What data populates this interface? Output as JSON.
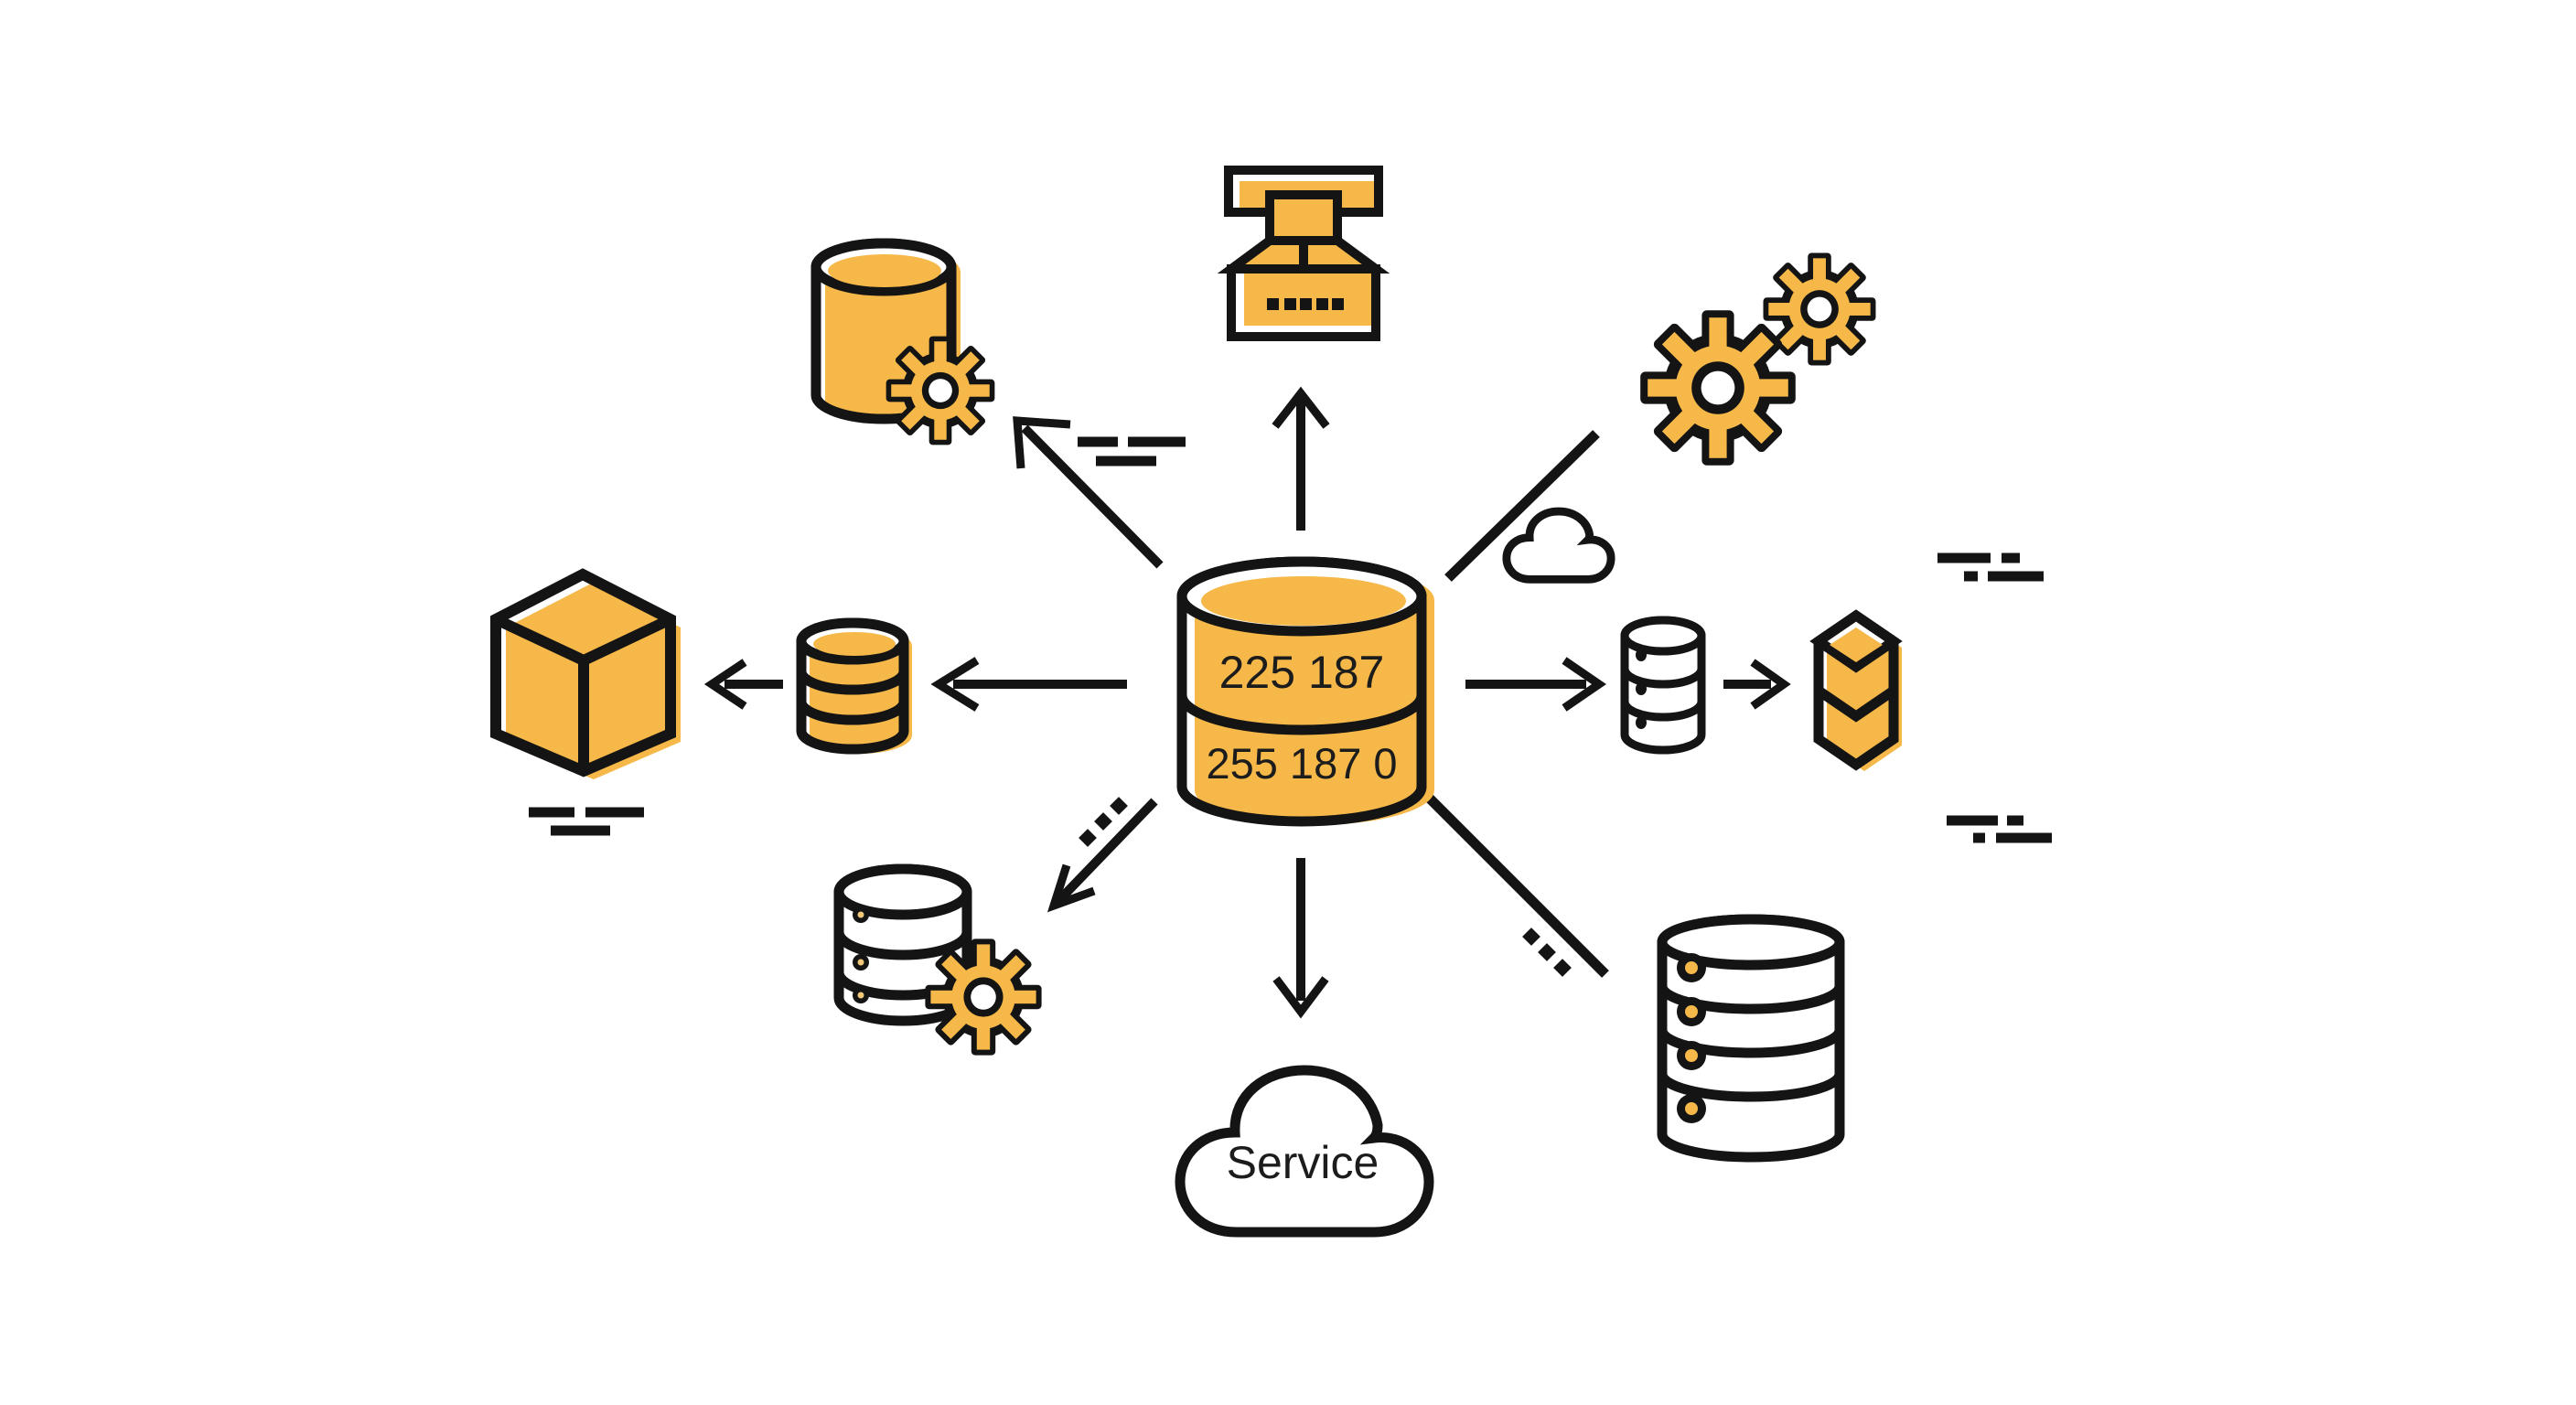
{
  "palette": {
    "background": "#ffffff",
    "accent_orange": "#F5B849",
    "outline_black": "#141414",
    "text_black": "#1c1c1c"
  },
  "diagram": {
    "center": {
      "id": "central-database",
      "line1": "225 187",
      "line2": "255 187 0"
    },
    "service": {
      "label": "Service"
    },
    "nodes": [
      {
        "id": "central-database",
        "position": "center",
        "labels": [
          "225 187",
          "255 187 0"
        ]
      },
      {
        "id": "press-machine-icon",
        "position": "top"
      },
      {
        "id": "database-gear-icon",
        "position": "top-left"
      },
      {
        "id": "gears-icon",
        "position": "top-right"
      },
      {
        "id": "cloud-icon",
        "position": "upper-right"
      },
      {
        "id": "cube-icon",
        "position": "left"
      },
      {
        "id": "database-small-icon",
        "position": "mid-left"
      },
      {
        "id": "database-dotted-icon",
        "position": "mid-right"
      },
      {
        "id": "hex-prism-icon",
        "position": "right"
      },
      {
        "id": "database-stack-gear-icon",
        "position": "bottom-left"
      },
      {
        "id": "service-cloud",
        "position": "bottom",
        "label": "Service"
      },
      {
        "id": "server-stack-icon",
        "position": "bottom-right"
      }
    ],
    "edges": [
      {
        "from": "central-database",
        "to": "press-machine-icon",
        "style": "arrow"
      },
      {
        "from": "central-database",
        "to": "database-gear-icon",
        "style": "arrow"
      },
      {
        "from": "central-database",
        "to": "gears-icon",
        "style": "plain-line"
      },
      {
        "from": "central-database",
        "to": "database-small-icon",
        "style": "arrow"
      },
      {
        "from": "database-small-icon",
        "to": "cube-icon",
        "style": "arrow"
      },
      {
        "from": "central-database",
        "to": "database-dotted-icon",
        "style": "arrow"
      },
      {
        "from": "database-dotted-icon",
        "to": "hex-prism-icon",
        "style": "arrow"
      },
      {
        "from": "central-database",
        "to": "database-stack-gear-icon",
        "style": "arrow"
      },
      {
        "from": "central-database",
        "to": "service-cloud",
        "style": "arrow"
      },
      {
        "from": "central-database",
        "to": "server-stack-icon",
        "style": "plain-line"
      }
    ]
  }
}
